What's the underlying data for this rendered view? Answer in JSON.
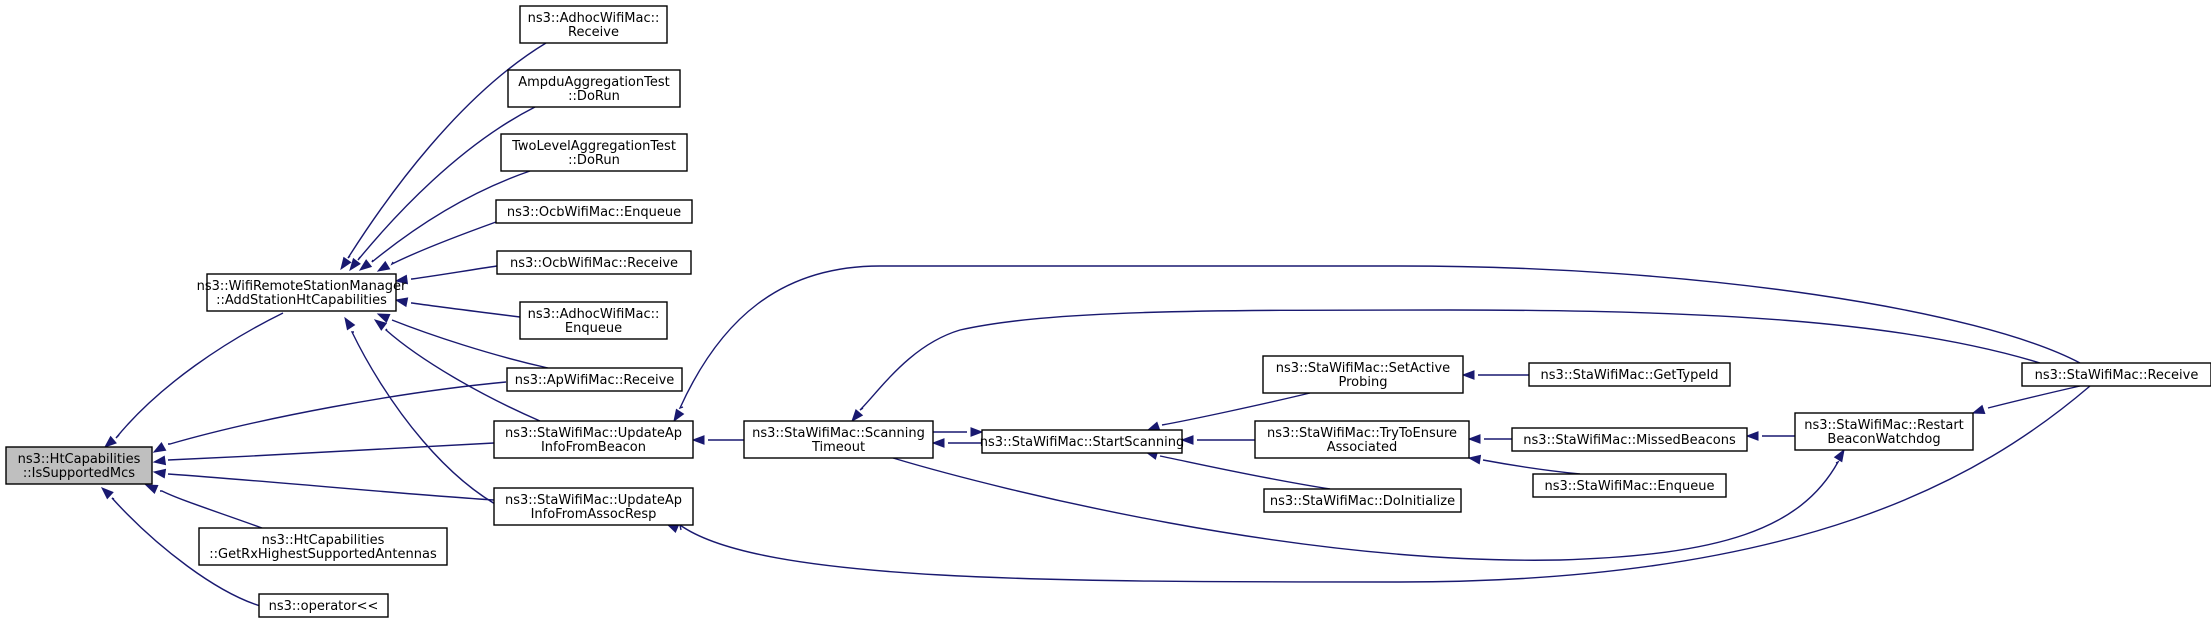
{
  "graph": {
    "root": "is-supported-mcs",
    "nodes": [
      {
        "id": "is-supported-mcs",
        "lines": [
          "ns3::HtCapabilities",
          "::IsSupportedMcs"
        ],
        "root": true
      },
      {
        "id": "add-station-ht",
        "lines": [
          "ns3::WifiRemoteStationManager",
          "::AddStationHtCapabilities"
        ]
      },
      {
        "id": "adhoc-receive",
        "lines": [
          "ns3::AdhocWifiMac::",
          "Receive"
        ]
      },
      {
        "id": "ampdu-test",
        "lines": [
          "AmpduAggregationTest",
          "::DoRun"
        ]
      },
      {
        "id": "twolevel-test",
        "lines": [
          "TwoLevelAggregationTest",
          "::DoRun"
        ]
      },
      {
        "id": "ocb-enqueue",
        "lines": [
          "ns3::OcbWifiMac::Enqueue"
        ]
      },
      {
        "id": "ocb-receive",
        "lines": [
          "ns3::OcbWifiMac::Receive"
        ]
      },
      {
        "id": "adhoc-enqueue",
        "lines": [
          "ns3::AdhocWifiMac::",
          "Enqueue"
        ]
      },
      {
        "id": "ap-receive",
        "lines": [
          "ns3::ApWifiMac::Receive"
        ]
      },
      {
        "id": "update-beacon",
        "lines": [
          "ns3::StaWifiMac::UpdateAp",
          "InfoFromBeacon"
        ]
      },
      {
        "id": "update-assoc",
        "lines": [
          "ns3::StaWifiMac::UpdateAp",
          "InfoFromAssocResp"
        ]
      },
      {
        "id": "rx-antennas",
        "lines": [
          "ns3::HtCapabilities",
          "::GetRxHighestSupportedAntennas"
        ]
      },
      {
        "id": "operator-shift",
        "lines": [
          "ns3::operator<<"
        ]
      },
      {
        "id": "scanning-timeout",
        "lines": [
          "ns3::StaWifiMac::Scanning",
          "Timeout"
        ]
      },
      {
        "id": "start-scanning",
        "lines": [
          "ns3::StaWifiMac::StartScanning"
        ]
      },
      {
        "id": "set-active-probing",
        "lines": [
          "ns3::StaWifiMac::SetActive",
          "Probing"
        ]
      },
      {
        "id": "try-ensure",
        "lines": [
          "ns3::StaWifiMac::TryToEnsure",
          "Associated"
        ]
      },
      {
        "id": "do-initialize",
        "lines": [
          "ns3::StaWifiMac::DoInitialize"
        ]
      },
      {
        "id": "get-type-id",
        "lines": [
          "ns3::StaWifiMac::GetTypeId"
        ]
      },
      {
        "id": "missed-beacons",
        "lines": [
          "ns3::StaWifiMac::MissedBeacons"
        ]
      },
      {
        "id": "sta-enqueue",
        "lines": [
          "ns3::StaWifiMac::Enqueue"
        ]
      },
      {
        "id": "restart-watchdog",
        "lines": [
          "ns3::StaWifiMac::Restart",
          "BeaconWatchdog"
        ]
      },
      {
        "id": "sta-receive",
        "lines": [
          "ns3::StaWifiMac::Receive"
        ]
      }
    ],
    "edges": [
      {
        "from": "add-station-ht",
        "to": "is-supported-mcs"
      },
      {
        "from": "ap-receive",
        "to": "is-supported-mcs"
      },
      {
        "from": "update-beacon",
        "to": "is-supported-mcs"
      },
      {
        "from": "update-assoc",
        "to": "is-supported-mcs"
      },
      {
        "from": "rx-antennas",
        "to": "is-supported-mcs"
      },
      {
        "from": "operator-shift",
        "to": "is-supported-mcs"
      },
      {
        "from": "adhoc-receive",
        "to": "add-station-ht"
      },
      {
        "from": "ampdu-test",
        "to": "add-station-ht"
      },
      {
        "from": "twolevel-test",
        "to": "add-station-ht"
      },
      {
        "from": "ocb-enqueue",
        "to": "add-station-ht"
      },
      {
        "from": "ocb-receive",
        "to": "add-station-ht"
      },
      {
        "from": "adhoc-enqueue",
        "to": "add-station-ht"
      },
      {
        "from": "ap-receive",
        "to": "add-station-ht"
      },
      {
        "from": "update-beacon",
        "to": "add-station-ht"
      },
      {
        "from": "update-assoc",
        "to": "add-station-ht"
      },
      {
        "from": "scanning-timeout",
        "to": "update-beacon"
      },
      {
        "from": "sta-receive",
        "to": "update-beacon"
      },
      {
        "from": "sta-receive",
        "to": "update-assoc"
      },
      {
        "from": "start-scanning",
        "to": "scanning-timeout"
      },
      {
        "from": "sta-receive",
        "to": "scanning-timeout"
      },
      {
        "from": "scanning-timeout",
        "to": "start-scanning"
      },
      {
        "from": "set-active-probing",
        "to": "start-scanning"
      },
      {
        "from": "try-ensure",
        "to": "start-scanning"
      },
      {
        "from": "do-initialize",
        "to": "start-scanning"
      },
      {
        "from": "get-type-id",
        "to": "set-active-probing"
      },
      {
        "from": "missed-beacons",
        "to": "try-ensure"
      },
      {
        "from": "sta-enqueue",
        "to": "try-ensure"
      },
      {
        "from": "restart-watchdog",
        "to": "missed-beacons"
      },
      {
        "from": "scanning-timeout",
        "to": "restart-watchdog"
      },
      {
        "from": "sta-receive",
        "to": "restart-watchdog"
      }
    ]
  }
}
